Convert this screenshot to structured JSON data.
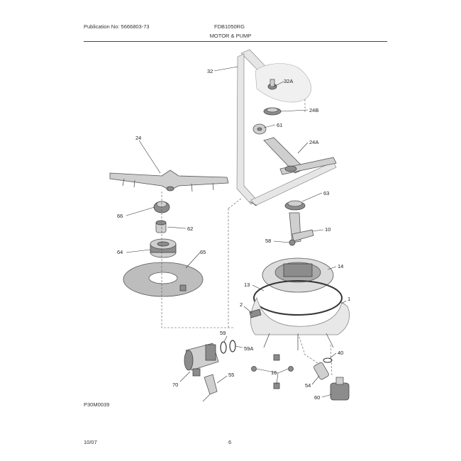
{
  "header": {
    "publication": "Publication No: 5666803-73",
    "model": "FDB1050RG",
    "section_title": "MOTOR & PUMP"
  },
  "footer": {
    "diagram_code": "P30M0039",
    "date": "10/07",
    "page": "6"
  },
  "parts": [
    {
      "id": "32",
      "label": "32"
    },
    {
      "id": "32A",
      "label": "32A"
    },
    {
      "id": "24B",
      "label": "24B"
    },
    {
      "id": "61",
      "label": "61"
    },
    {
      "id": "24A",
      "label": "24A"
    },
    {
      "id": "24",
      "label": "24"
    },
    {
      "id": "63",
      "label": "63"
    },
    {
      "id": "10",
      "label": "10"
    },
    {
      "id": "66",
      "label": "66"
    },
    {
      "id": "62",
      "label": "62"
    },
    {
      "id": "58",
      "label": "58"
    },
    {
      "id": "64",
      "label": "64"
    },
    {
      "id": "65",
      "label": "65"
    },
    {
      "id": "14",
      "label": "14"
    },
    {
      "id": "13",
      "label": "13"
    },
    {
      "id": "2",
      "label": "2"
    },
    {
      "id": "1",
      "label": "1"
    },
    {
      "id": "59",
      "label": "59"
    },
    {
      "id": "59A",
      "label": "59A"
    },
    {
      "id": "40",
      "label": "40"
    },
    {
      "id": "16",
      "label": "16"
    },
    {
      "id": "55",
      "label": "55"
    },
    {
      "id": "70",
      "label": "70"
    },
    {
      "id": "54",
      "label": "54"
    },
    {
      "id": "60",
      "label": "60"
    }
  ]
}
